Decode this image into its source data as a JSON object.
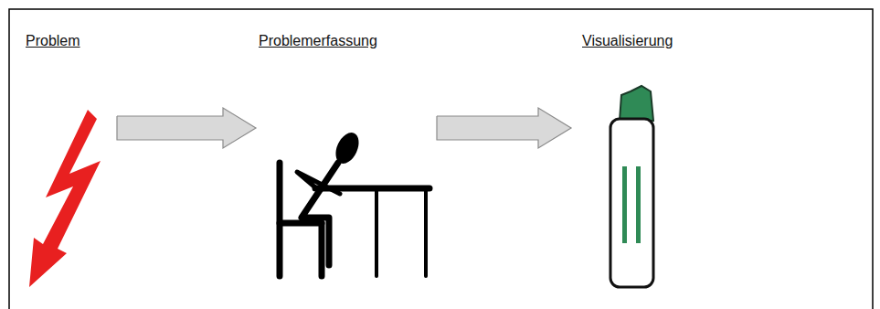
{
  "diagram": {
    "nodes": [
      {
        "text": [
          "Problem"
        ]
      },
      {
        "text": [
          "Problemerfassung"
        ]
      },
      {
        "text": [
          "Visualisierung"
        ]
      }
    ],
    "edges": [
      {
        "from": 0,
        "to": 1,
        "arrow": "to"
      },
      {
        "from": 1,
        "to": 2,
        "arrow": "to"
      }
    ]
  }
}
